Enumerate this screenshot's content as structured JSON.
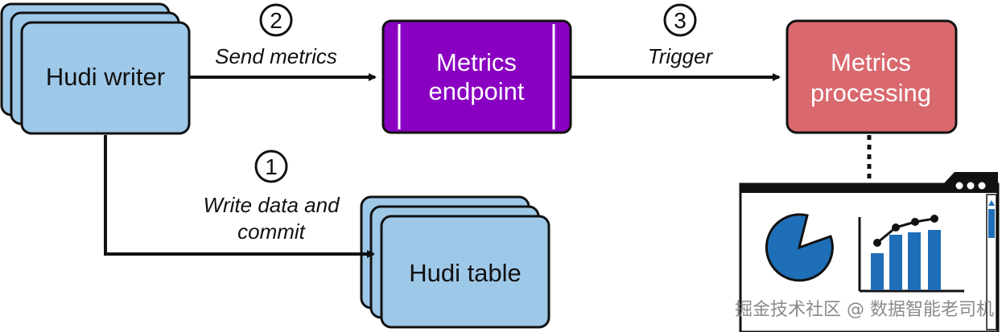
{
  "nodes": {
    "hudi_writer": {
      "label": "Hudi writer"
    },
    "metrics_endpoint": {
      "line1": "Metrics",
      "line2": "endpoint"
    },
    "metrics_processing": {
      "line1": "Metrics",
      "line2": "processing"
    },
    "hudi_table": {
      "label": "Hudi table"
    }
  },
  "edges": {
    "write": {
      "step": "1",
      "line1": "Write data and",
      "line2": "commit"
    },
    "send": {
      "step": "2",
      "label": "Send metrics"
    },
    "trigger": {
      "step": "3",
      "label": "Trigger"
    }
  },
  "watermark": "掘金技术社区 @ 数据智能老司机",
  "colors": {
    "writer_fill": "#9ec8e8",
    "endpoint_fill": "#8a00c2",
    "processing_fill": "#d9696e",
    "dashboard_blue": "#1f6fb8"
  }
}
